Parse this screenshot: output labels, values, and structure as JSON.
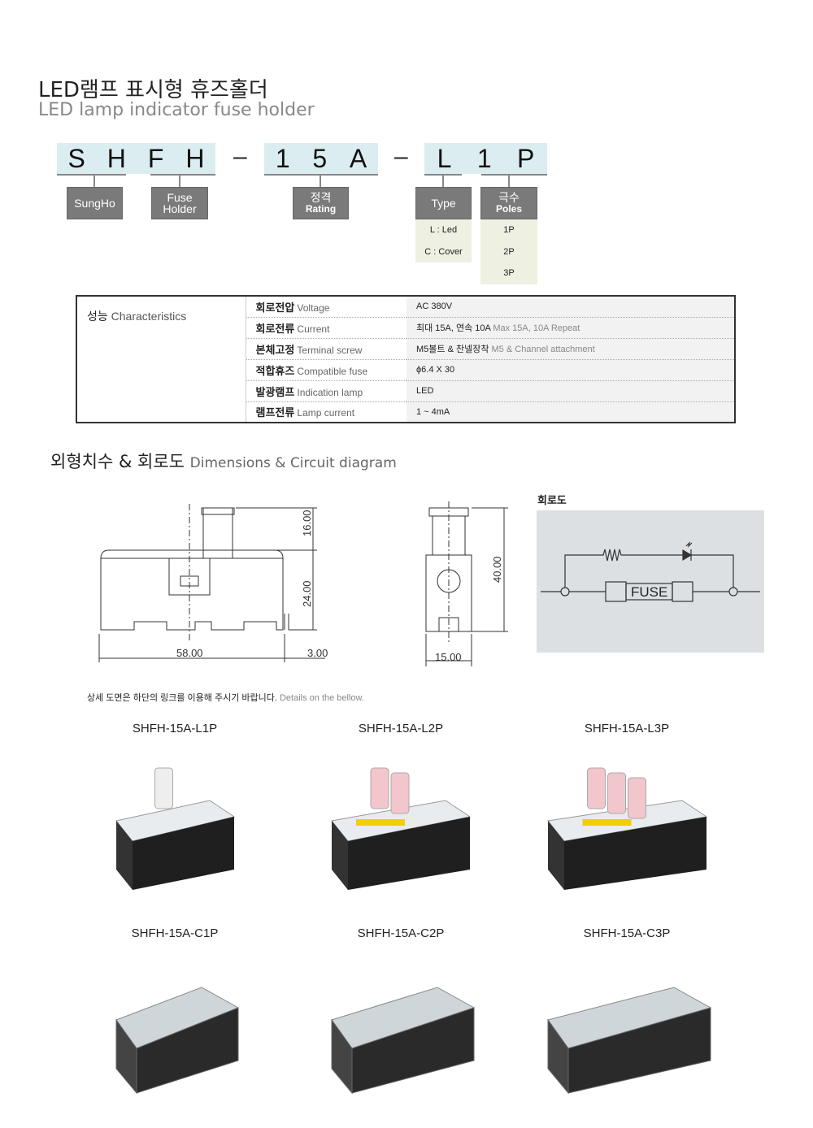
{
  "title": {
    "ko": "LED램프 표시형 휴즈홀더",
    "en": "LED lamp indicator fuse holder"
  },
  "code": {
    "seg1": [
      "S",
      "H"
    ],
    "seg2": [
      "F",
      "H"
    ],
    "dash": "–",
    "seg3": [
      "1",
      "5",
      "A"
    ],
    "seg4": [
      "L"
    ],
    "seg5": [
      "1",
      "P"
    ]
  },
  "labels": {
    "sungho": "SungHo",
    "fuse_holder": [
      "Fuse",
      "Holder"
    ],
    "rating": {
      "ko": "정격",
      "en": "Rating"
    },
    "type": "Type",
    "poles": {
      "ko": "극수",
      "en": "Poles"
    }
  },
  "type_options": [
    "L : Led",
    "C : Cover"
  ],
  "pole_options": [
    "1P",
    "2P",
    "3P"
  ],
  "characteristics": {
    "ko": "성능",
    "en": "Characteristics",
    "rows": [
      {
        "ko": "회로전압",
        "en": "Voltage",
        "val": "AC 380V",
        "val_en": ""
      },
      {
        "ko": "회로전류",
        "en": "Current",
        "val": "최대 15A, 연속 10A",
        "val_en": "Max 15A, 10A Repeat"
      },
      {
        "ko": "본체고정",
        "en": "Terminal screw",
        "val": "M5볼트 & 찬넬장착",
        "val_en": "M5 & Channel attachment"
      },
      {
        "ko": "적합휴즈",
        "en": "Compatible fuse",
        "val": "ϕ6.4 X 30",
        "val_en": ""
      },
      {
        "ko": "발광램프",
        "en": "Indication lamp",
        "val": "LED",
        "val_en": ""
      },
      {
        "ko": "램프전류",
        "en": "Lamp current",
        "val": "1 ~ 4mA",
        "val_en": ""
      }
    ]
  },
  "section": {
    "ko": "외형치수 & 회로도",
    "en": "Dimensions & Circuit diagram"
  },
  "dimensions": {
    "front_width": "58.00",
    "front_gap": "3.00",
    "front_top": "16.00",
    "front_body": "24.00",
    "side_height": "40.00",
    "side_width": "15.00"
  },
  "circuit": {
    "label": "회로도",
    "fuse": "FUSE"
  },
  "note": {
    "ko": "상세 도면은 하단의 링크를 이용해 주시기 바랍니다.",
    "en": "Details on the bellow."
  },
  "products": [
    "SHFH-15A-L1P",
    "SHFH-15A-L2P",
    "SHFH-15A-L3P",
    "SHFH-15A-C1P",
    "SHFH-15A-C2P",
    "SHFH-15A-C3P"
  ]
}
